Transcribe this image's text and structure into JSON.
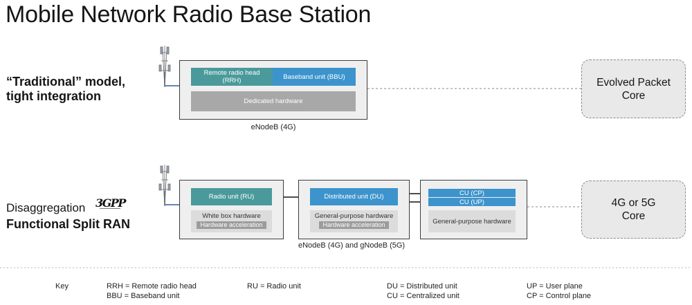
{
  "title": "Mobile Network Radio Base Station",
  "traditional": {
    "label_line1": "“Traditional” model,",
    "label_line2": "tight integration",
    "rrh": "Remote radio head\n(RRH)",
    "bbu": "Baseband unit (BBU)",
    "hardware": "Dedicated hardware",
    "caption": "eNodeB (4G)",
    "core": "Evolved Packet\nCore"
  },
  "split": {
    "label_line1": "Disaggregation",
    "label_line2": "Functional Split RAN",
    "logo_text": "3GPP",
    "ru": "Radio unit (RU)",
    "ru_hw": "White box hardware",
    "ru_accel": "Hardware acceleration",
    "du": "Distributed unit (DU)",
    "du_hw": "General-purpose hardware",
    "du_accel": "Hardware acceleration",
    "cu_cp": "CU (CP)",
    "cu_up": "CU (UP)",
    "cu_hw": "General-purpose hardware",
    "caption": "eNodeB (4G) and gNodeB (5G)",
    "core": "4G or 5G\nCore"
  },
  "key": {
    "label": "Key",
    "col1": "RRH = Remote radio head\nBBU = Baseband unit",
    "col2": "RU = Radio unit",
    "col3": "DU = Distributed unit\nCU = Centralized unit",
    "col4": "UP = User plane\nCP = Control plane"
  },
  "colors": {
    "teal": "#4b9a9b",
    "blue": "#3d94cc",
    "gray": "#a8a8a8",
    "frame_border": "#3c3c3c"
  },
  "icons": [
    "cell-tower-icon",
    "3gpp-logo"
  ]
}
